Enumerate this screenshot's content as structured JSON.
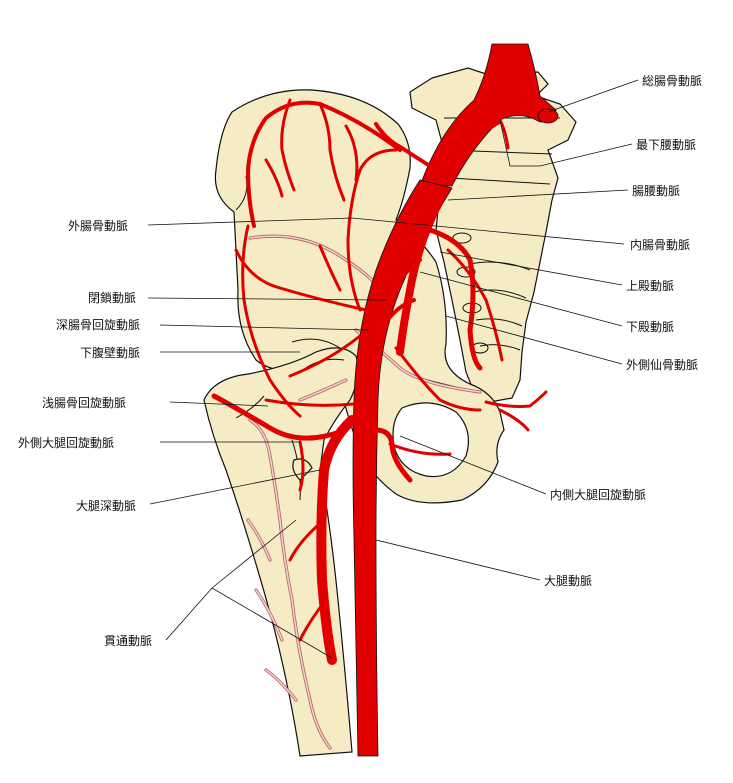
{
  "labels": {
    "common_iliac": "総腸骨動脈",
    "lowest_lumbar": "最下腰動脈",
    "iliolumbar": "腸腰動脈",
    "external_iliac": "外腸骨動脈",
    "internal_iliac": "内腸骨動脈",
    "superior_gluteal": "上殿動脈",
    "obturator": "閉鎖動脈",
    "inferior_gluteal": "下殿動脈",
    "deep_circumflex_iliac": "深腸骨回旋動脈",
    "inferior_epigastric": "下腹壁動脈",
    "lateral_sacral": "外側仙骨動脈",
    "superficial_circumflex_iliac": "浅腸骨回旋動脈",
    "lateral_circumflex_femoral": "外側大腿回旋動脈",
    "medial_circumflex_femoral": "内側大腿回旋動脈",
    "deep_femoral": "大腿深動脈",
    "femoral": "大腿動脈",
    "perforating": "貫通動脈"
  },
  "colors": {
    "artery": "#e00000",
    "bone": "#f5ebc4",
    "outline": "#111111"
  }
}
